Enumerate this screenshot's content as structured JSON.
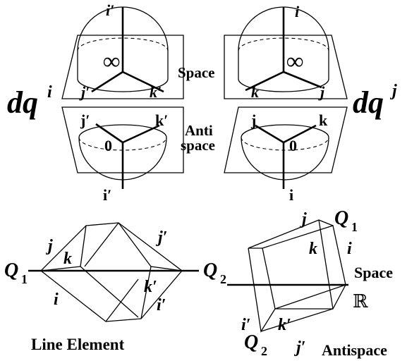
{
  "top_left": {
    "label_i_prime_top": "i′",
    "label_infinity": "∞",
    "label_j_prime": "j′",
    "label_k_prime": "k′",
    "label_j_prime_bottom": "j′",
    "label_k_prime_bottom": "k′",
    "label_zero": "0",
    "label_i_prime_bottom": "i′"
  },
  "top_right": {
    "label_i_top": "i",
    "label_infinity": "∞",
    "label_k": "k",
    "label_j": "j",
    "label_j_bottom": "j",
    "label_k_bottom": "k",
    "label_zero": "0",
    "label_i_bottom": "i"
  },
  "center_labels": {
    "space": "Space",
    "anti": "Anti",
    "space2": "space"
  },
  "dq_left": {
    "base": "dq",
    "sup": "i"
  },
  "dq_right": {
    "base": "dq",
    "sup": "j"
  },
  "line_element": {
    "caption": "Line Element",
    "q1": "Q",
    "q1_sub": "1",
    "q2": "Q",
    "q2_sub": "2",
    "j": "j",
    "k": "k",
    "i": "i",
    "j_prime": "j′",
    "k_prime": "k′",
    "i_prime": "i′"
  },
  "antispace_cube": {
    "q1": "Q",
    "q1_sub": "1",
    "q2": "Q",
    "q2_sub": "2",
    "j": "j",
    "k": "k",
    "i": "i",
    "i_prime": "i′",
    "k_prime": "k′",
    "j_prime": "j′",
    "space": "Space",
    "reals": "ℝ",
    "antispace": "Antispace"
  }
}
